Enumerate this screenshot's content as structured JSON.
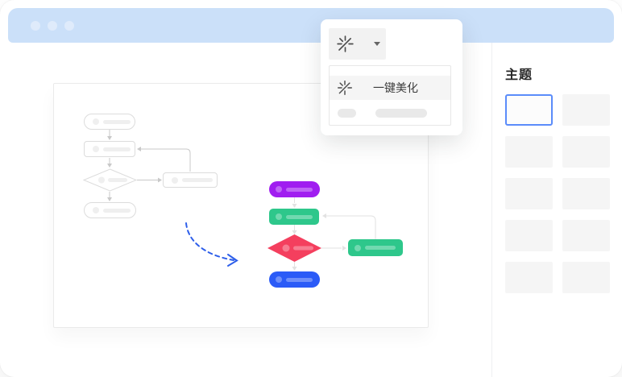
{
  "window": {
    "titlebar": {
      "dots_count": 3
    }
  },
  "popup": {
    "toolbar_button": {
      "icon": "beautify-burst-icon",
      "caret_icon": "caret-down"
    },
    "menu": {
      "items": [
        {
          "icon": "beautify-burst-icon",
          "label": "一键美化",
          "highlighted": true
        },
        {
          "placeholder": true
        }
      ]
    }
  },
  "sidebar": {
    "title": "主题",
    "themes": {
      "count": 10,
      "selected_index": 0
    }
  },
  "diagram": {
    "before": {
      "style": "wireframe",
      "nodes": [
        "start-stadium",
        "process-rect",
        "decision-diamond",
        "side-process-rect",
        "end-stadium"
      ]
    },
    "after": {
      "style": "colored",
      "nodes": [
        {
          "shape": "start-stadium",
          "color_key": "node_purple"
        },
        {
          "shape": "process-rect",
          "color_key": "node_green"
        },
        {
          "shape": "decision-diamond",
          "color_key": "node_red"
        },
        {
          "shape": "side-process-rect",
          "color_key": "node_green"
        },
        {
          "shape": "end-stadium",
          "color_key": "node_blue"
        }
      ]
    },
    "transition_arrow": "blue-dashed-curve"
  },
  "colors": {
    "header_bg": "#CBE0F9",
    "header_dot": "#DFEBFB",
    "node_purple": "#A01EF0",
    "node_green": "#2EC78B",
    "node_red": "#F43F5E",
    "node_blue": "#2B5BF7",
    "wire_border": "#DCDCDC",
    "wire_deco": "#EFEFEF",
    "connector_grey": "#C9C9C9",
    "connector_light": "#E2E2E2",
    "arrow_blue": "#2E5FEA",
    "selected_blue": "#5B8CFA",
    "swatch_bg": "#F5F5F5",
    "divider": "#EEEFF1",
    "pill": "#E9E9E9",
    "btn_bg": "#F2F2F2",
    "icon_ink": "#4D4D4D",
    "menu_hover": "#F5F5F5",
    "menu_border": "#E7E7E7",
    "text_dark": "#3C3C3C",
    "title_ink": "#262626"
  }
}
